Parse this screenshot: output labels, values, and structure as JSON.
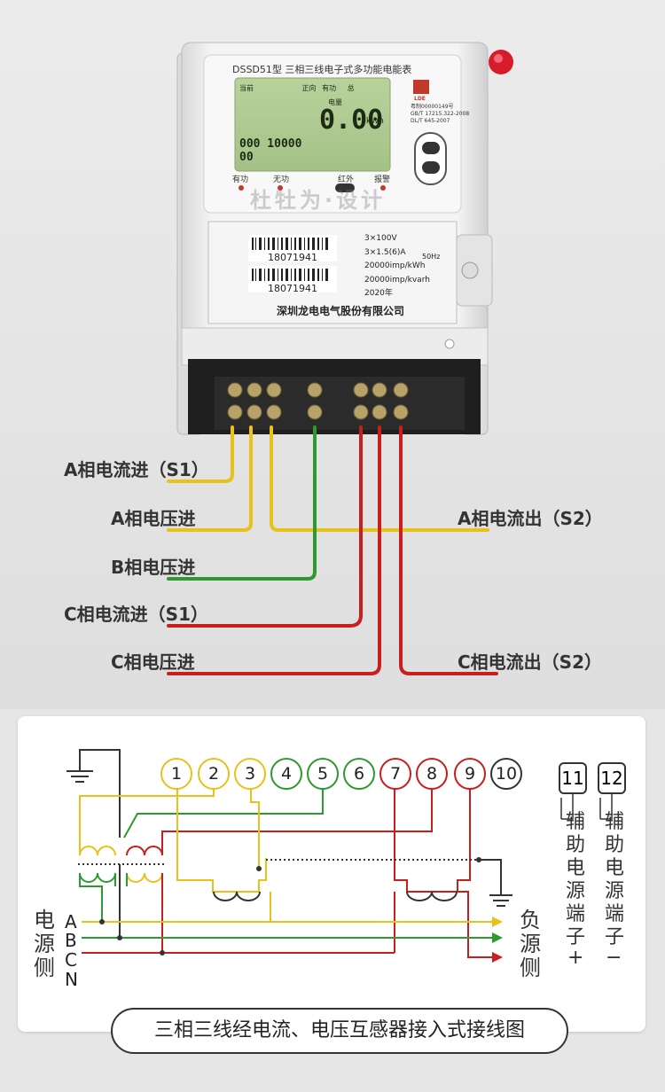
{
  "meter": {
    "model_title": "DSSD51型 三相三线电子式多功能电能表",
    "lcd_top": [
      "当前",
      "正向",
      "有功",
      "总"
    ],
    "lcd_energy_label": "电量",
    "lcd_reading": "0.00",
    "lcd_unit": "kWh",
    "lcd_code": "000 10000",
    "lcd_code2": "00",
    "indicators": [
      "有功",
      "无功",
      "红外",
      "报警"
    ],
    "cert_lines": [
      "粤制00000149号",
      "GB/T 17215.322-2008",
      "DL/T 645-2007"
    ],
    "brand_mark": "LDE",
    "serial_1": "18071941",
    "serial_2": "18071941",
    "specs": [
      "3×100V",
      "3×1.5(6)A",
      "20000imp/kWh",
      "20000imp/kvarh",
      "2020年"
    ],
    "spec_freq": "50Hz",
    "company": "深圳龙电电气股份有限公司",
    "watermark": "杜牡为·设计",
    "colors": {
      "yellow": "#e8c21a",
      "green": "#2e9a2e",
      "red": "#c81e1e"
    }
  },
  "wire_labels": {
    "a_current_in": "A相电流进（S1）",
    "a_voltage_in": "A相电压进",
    "a_current_out": "A相电流出（S2）",
    "b_voltage_in": "B相电压进",
    "c_current_in": "C相电流进（S1）",
    "c_voltage_in": "C相电压进",
    "c_current_out": "C相电流出（S2）"
  },
  "diagram": {
    "terminals": [
      {
        "n": "1",
        "color": "#e8c21a"
      },
      {
        "n": "2",
        "color": "#e8c21a"
      },
      {
        "n": "3",
        "color": "#e8c21a"
      },
      {
        "n": "4",
        "color": "#2e9a2e"
      },
      {
        "n": "5",
        "color": "#2e9a2e"
      },
      {
        "n": "6",
        "color": "#2e9a2e"
      },
      {
        "n": "7",
        "color": "#c81e1e"
      },
      {
        "n": "8",
        "color": "#c81e1e"
      },
      {
        "n": "9",
        "color": "#c81e1e"
      },
      {
        "n": "10",
        "color": "#333333"
      }
    ],
    "aux_11": "11",
    "aux_12": "12",
    "aux_11_text": "辅助电源端子",
    "aux_12_text": "辅助电源端子",
    "aux_11_sign": "+",
    "aux_12_sign": "−",
    "source_side": "电源侧",
    "load_side": "负源侧",
    "phases": [
      "A",
      "B",
      "C",
      "N"
    ],
    "caption": "三相三线经电流、电压互感器接入式接线图"
  }
}
